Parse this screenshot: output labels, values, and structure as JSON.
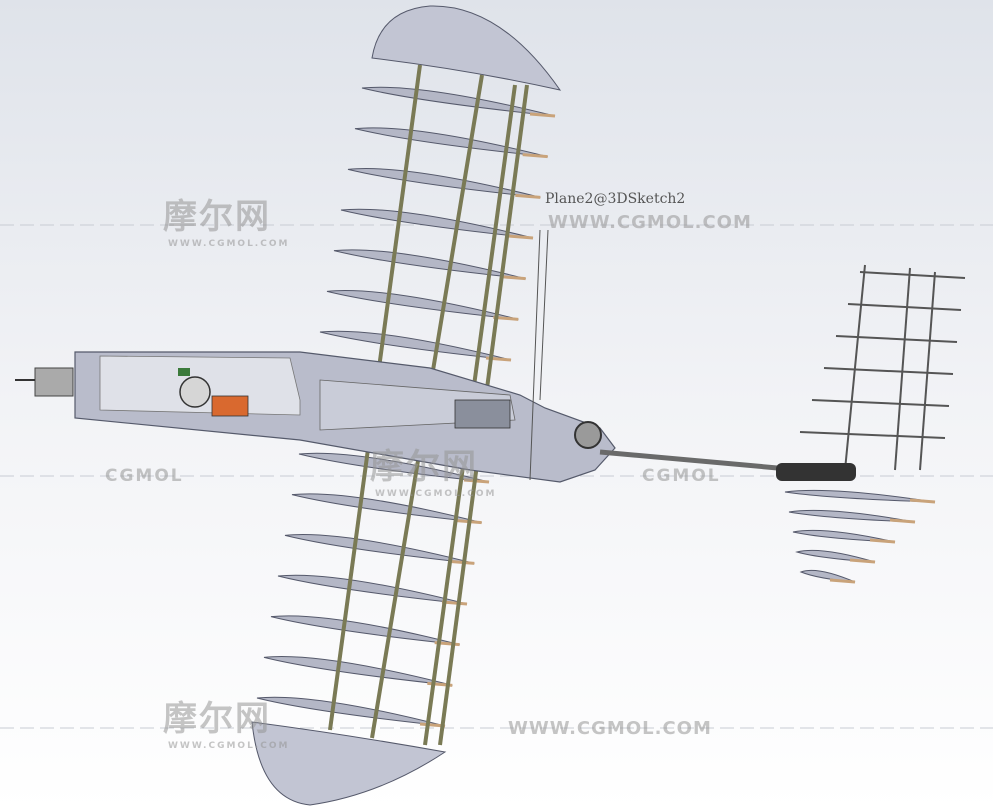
{
  "viewport": {
    "sketch_label": "Plane2@3DSketch2"
  },
  "watermarks": {
    "brand_cn": "摩尔网",
    "brand_sub": "WWW.CGMOL.COM",
    "url": "WWW.CGMOL.COM",
    "short": "CGMOL"
  },
  "colors": {
    "rib": "#b4b7c6",
    "rib_edge": "#55596b",
    "spar": "#7a7a55",
    "balsa": "#c9a37a",
    "fuselage": "#b9bccb"
  }
}
